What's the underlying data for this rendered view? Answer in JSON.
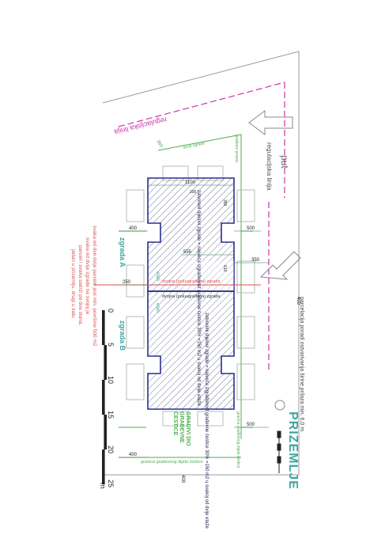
{
  "title": "PRIZEMLJE",
  "colors": {
    "building": "#2a2f8f",
    "hatch": "#6a6a8a",
    "green": "#4caf50",
    "red": "#d9534f",
    "magenta": "#cc33aa",
    "gray": "#9a9a9a",
    "teal": "#3aa6a0",
    "ink": "#222222"
  },
  "labels": {
    "regulation_line_top": "regulacijska linija",
    "regulation_line_side": "regulacijska linija",
    "road": "put",
    "building_line": "građevni pravac",
    "fence_line": "lenat ograde",
    "dim_100": "100",
    "dim_365": "365",
    "dim_1100": "1100",
    "dim_400_top": "400",
    "dim_500_top": "500",
    "dim_555": "555",
    "dim_350": "350",
    "dim_250": "250",
    "dim_400_right": "400",
    "dim_500_bottom": "500",
    "dim_400_bottom": "400",
    "dim_400_bottom2": "400",
    "dim_610": "610",
    "dim_350s": "350",
    "wall_line_a": "dvojna (poluugrađena) zgrada",
    "wall_line_b": "dvojna (poluugrađena) zgrada",
    "zgrada_a": "zgrada A",
    "zgrada_b": "zgrada B",
    "zone_text_a": "zatvoreni dijelovi zgrade = najveća izgrađenost građevne čestice 30% =150 m2 u svakoj od dvije etaže",
    "zone_text_b": "zatvoreni dijelovi zgrade = najveća izgrađenost građevne čestice 30% =150 m2 u svakoj od dvije etaže",
    "balcon_a": "etan",
    "balcon_b": "etan",
    "parcel_note": "parcelacija poradi ostvarivanja širine prilaza min. 6,0 m",
    "legend_1": "svaka od dve dvije parcele jest min. površine 500 m2",
    "legend_2": "svaka od dvije zgrade na svojoj je",
    "legend_3": "parceli i svaka sadrži po dva stana,",
    "legend_4": "jedan u prizemlju, drugi u katu",
    "boundary_bottom": "granica građevnog dijela čestice",
    "boundary_right": "granica građevnog dijela čestice",
    "gradivi_1": "GRADIVI DIO",
    "gradivi_2": "GRAĐEVNE",
    "gradivi_3": "ČESTICE",
    "scale_0": "0",
    "scale_5": "5",
    "scale_10": "10",
    "scale_15": "15",
    "scale_20": "20",
    "scale_25": "25",
    "scale_unit": "m"
  }
}
